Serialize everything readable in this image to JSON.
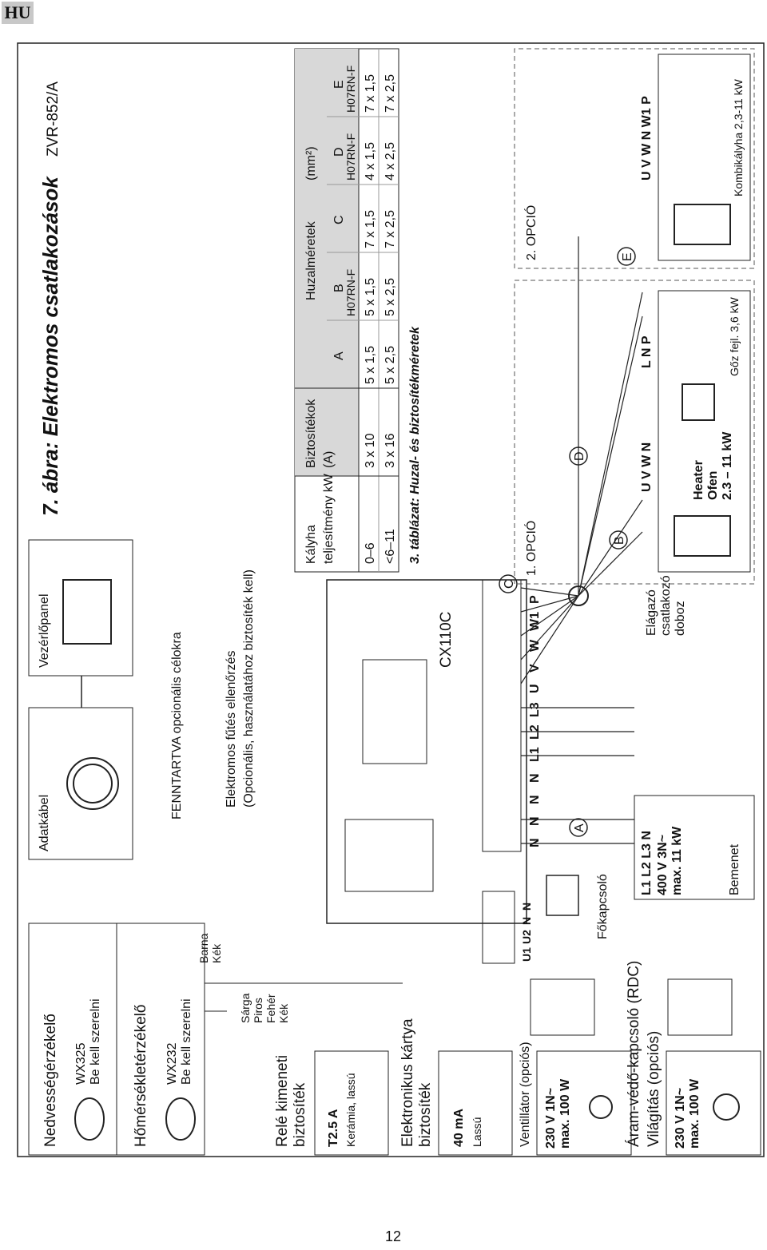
{
  "header": {
    "lang_badge": "HU"
  },
  "figure": {
    "title": "7. ábra: Elektromos csatlakozások",
    "model": "ZVR-852/A"
  },
  "labels": {
    "data_cable": "Adatkábel",
    "control_panel": "Vezérlőpanel",
    "reserved": "FENNTARTVA  opcionális célokra",
    "heating_check_1": "Elektromos fűtés ellenőrzés",
    "heating_check_2": "(Opcionális, használatához biztosíték kell)",
    "humidity_sensor": "Nedvességérzékelő",
    "humidity_model": "WX325",
    "humidity_note": "Be kell szerelni",
    "temp_sensor": "Hőmérsékletérzékelő",
    "temp_model": "WX232",
    "temp_note": "Be kell szerelni",
    "wire_colors_a": [
      "Barna",
      "Kék"
    ],
    "wire_colors_b": [
      "Sárga",
      "Piros",
      "Fehér",
      "Kék"
    ],
    "relay_fuse_1": "Relé kimeneti",
    "relay_fuse_2": "biztosíték",
    "fuse1_rating": "T2.5 A",
    "fuse1_type": "Kerámia, lassú",
    "pcb_fuse_1": "Elektronikus kártya",
    "pcb_fuse_2": "biztosíték",
    "fuse2_rating": "40 mA",
    "fuse2_type": "Lassú",
    "fan": "Ventillátor (opciós)",
    "fan_spec_1": "230 V 1N~",
    "fan_spec_2": "max. 100 W",
    "rcd": "Áram-védő-kapcsoló (RDC)",
    "lighting": "Világítás (opciós)",
    "light_spec_1": "230 V 1N~",
    "light_spec_2": "max. 100 W",
    "main_switch": "Főkapcsoló",
    "board": "CX110C",
    "board_terminals": [
      "N",
      "N",
      "N",
      "N",
      "L1",
      "L2",
      "L3",
      "U",
      "V",
      "W",
      "W1",
      "P"
    ],
    "relay_terminals": [
      "U1",
      "U2",
      "N",
      "N"
    ],
    "input_terminals": "L1 L2 L3 N",
    "input_spec_1": "400 V 3N~",
    "input_spec_2": "max. 11 kW",
    "input": "Bemenet",
    "junction_1": "Elágazó",
    "junction_2": "csatlakozó",
    "junction_3": "doboz",
    "option1": "1. OPCIÓ",
    "option2": "2. OPCIÓ",
    "heater_terms": "U V W N",
    "heater_label_1": "Heater",
    "heater_label_2": "Ofen",
    "heater_label_3": "2.3 – 11 kW",
    "steam_terms": "L N P",
    "steam_label": "Gőz fejl. 3,6  kW",
    "combi_terms": "U V W N W1 P",
    "combi_label": "Kombikályha 2,3-11 kW",
    "markers": [
      "A",
      "B",
      "C",
      "D",
      "E"
    ]
  },
  "table": {
    "caption": "3. táblázat: Huzal- és biztosítékméretek",
    "col_power_1": "Kályha",
    "col_power_2": "teljesítmény kW",
    "col_fuse_1": "Biztosítékok",
    "col_fuse_2": "(A)",
    "col_wire": "Huzalméretek",
    "col_unit": "(mm²)",
    "letters": [
      "A",
      "B",
      "C",
      "D",
      "E"
    ],
    "wire_type": "H07RN-F",
    "rows": [
      {
        "power": "0–6",
        "fuse": "3 x 10",
        "a": "5 x 1,5",
        "b": "5 x 1,5",
        "c": "7 x 1,5",
        "d": "4 x 1,5",
        "e": "7 x 1,5"
      },
      {
        "power": "<6–11",
        "fuse": "3 x 16",
        "a": "5 x 2,5",
        "b": "5 x 2,5",
        "c": "7 x 2,5",
        "d": "4 x 2,5",
        "e": "7 x 2,5"
      }
    ]
  },
  "footer": {
    "page_number": "12"
  }
}
